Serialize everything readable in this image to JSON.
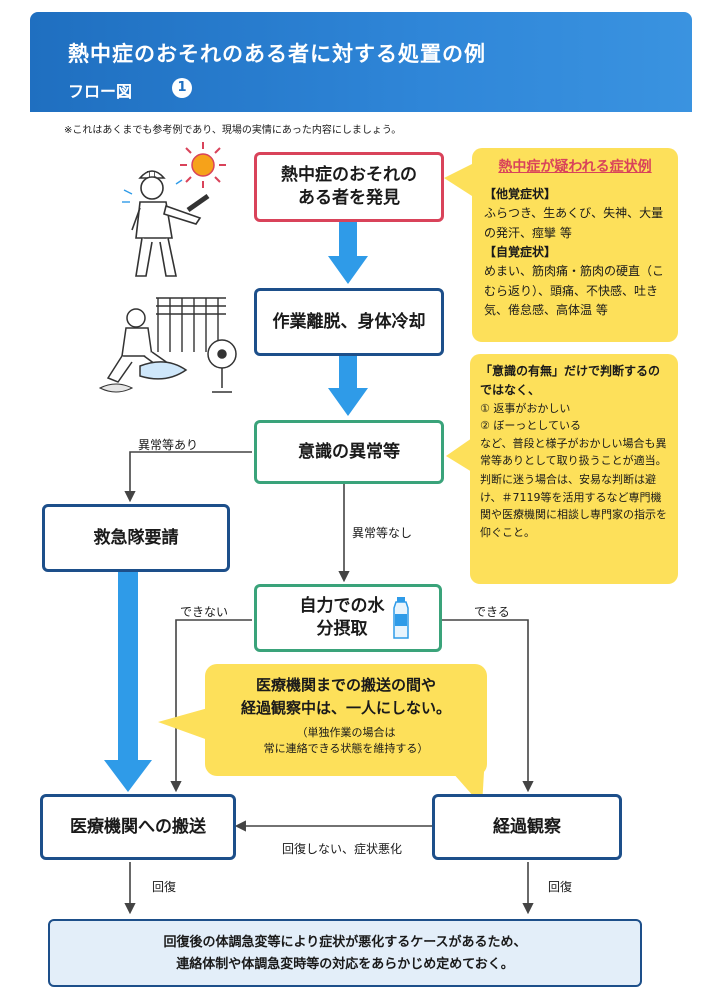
{
  "header": {
    "title": "熱中症のおそれのある者に対する処置の例",
    "subtitle": "フロー図",
    "number": "1"
  },
  "note": "※これはあくまでも参考例であり、現場の実情にあった内容にしましょう。",
  "boxes": {
    "discover": "熱中症のおそれのある者を発見",
    "cooling": "作業離脱、身体冷却",
    "consciousness": "意識の異常等",
    "ambulance": "救急隊要請",
    "hydration": "自力での水分摂取",
    "transport": "医療機関への搬送",
    "observation": "経過観察"
  },
  "labels": {
    "abnormal_yes": "異常等あり",
    "abnormal_no": "異常等なし",
    "cannot": "できない",
    "can": "できる",
    "no_recovery": "回復しない、症状悪化",
    "recovery_left": "回復",
    "recovery_right": "回復"
  },
  "symptoms": {
    "title": "熱中症が疑われる症状例",
    "objective_heading": "【他覚症状】",
    "objective_text": "ふらつき、生あくび、失神、大量の発汗、痙攣 等",
    "subjective_heading": "【自覚症状】",
    "subjective_text": "めまい、筋肉痛・筋肉の硬直（こむら返り）、頭痛、不快感、吐き気、倦怠感、高体温 等"
  },
  "consciousness_note": {
    "lead": "「意識の有無」だけで判断するのではなく、",
    "item1": "① 返事がおかしい",
    "item2": "② ぼーっとしている",
    "body": "など、普段と様子がおかしい場合も異常等ありとして取り扱うことが適当。",
    "advice": "判断に迷う場合は、安易な判断は避け、＃7119等を活用するなど専門機関や医療機関に相談し専門家の指示を仰ぐこと。"
  },
  "middle_callout": {
    "line1": "医療機関までの搬送の間や",
    "line2": "経過観察中は、一人にしない。",
    "small1": "（単独作業の場合は",
    "small2": "常に連絡できる状態を維持する）"
  },
  "bottom": {
    "line1": "回復後の体調急変等により症状が悪化するケースがあるため、",
    "line2": "連絡体制や体調急変時等の対応をあらかじめ定めておく。"
  },
  "icons": {
    "worker": "sweating-worker-icon",
    "sun": "sun-icon",
    "fan": "cooling-fan-icon",
    "bottle": "water-bottle-icon"
  },
  "colors": {
    "header_blue": "#1f6fc0",
    "red_border": "#d9435a",
    "navy_border": "#1d4f8a",
    "green_border": "#3aa37a",
    "callout_yellow": "#fde05a",
    "arrow_blue": "#2f9be8"
  }
}
